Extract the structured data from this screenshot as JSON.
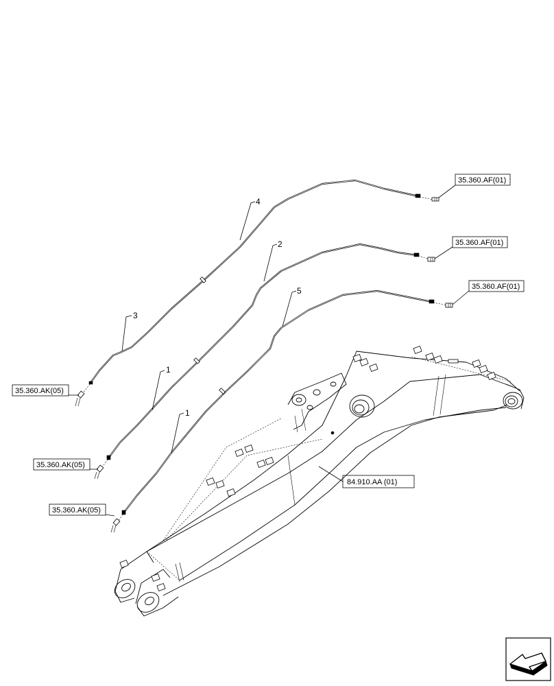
{
  "callouts": {
    "c1a": "1",
    "c1b": "1",
    "c2": "2",
    "c3": "3",
    "c4": "4",
    "c5": "5"
  },
  "references": {
    "af_top": "35.360.AF(01)",
    "af_mid": "35.360.AF(01)",
    "af_low": "35.360.AF(01)",
    "ak_top": "35.360.AK(05)",
    "ak_mid": "35.360.AK(05)",
    "ak_low": "35.360.AK(05)",
    "boom": "84.910.AA (01)"
  },
  "nav_icon": "arrow-navigation-icon"
}
